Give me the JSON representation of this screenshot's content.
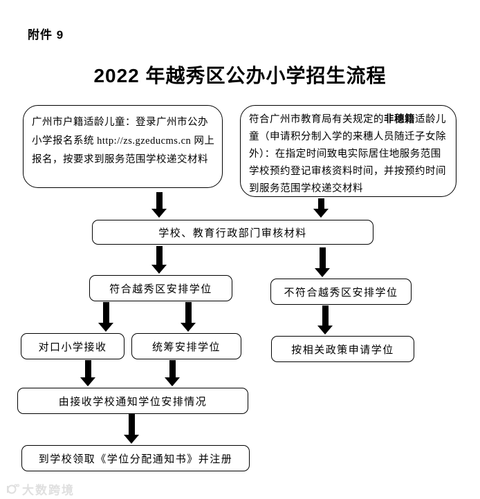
{
  "page": {
    "attachment_label": "附件 9",
    "title": "2022 年越秀区公办小学招生流程"
  },
  "flowchart": {
    "nodes": {
      "guangzhou_hukou": {
        "text": "广州市户籍适龄儿童：登录广州市公办小学报名系统 http://zs.gzeducms.cn 网上报名，按要求到服务范围学校递交材料"
      },
      "non_sui_ji": {
        "text_before": "符合广州市教育局有关规定的",
        "text_bold": "非穗籍",
        "text_after": "适龄儿童（申请积分制入学的来穗人员随迁子女除外）：在指定时间致电实际居住地服务范围学校预约登记审核资料时间，并按预约时间到服务范围学校递交材料"
      },
      "review": {
        "text": "学校、教育行政部门审核材料"
      },
      "eligible": {
        "text": "符合越秀区安排学位"
      },
      "not_eligible": {
        "text": "不符合越秀区安排学位"
      },
      "designated_school": {
        "text": "对口小学接收"
      },
      "coordinated": {
        "text": "统筹安排学位"
      },
      "policy": {
        "text": "按相关政策申请学位"
      },
      "notify": {
        "text": "由接收学校通知学位安排情况"
      },
      "register": {
        "text": "到学校领取《学位分配通知书》并注册"
      }
    }
  },
  "watermark": {
    "text": "大数跨境"
  },
  "colors": {
    "line": "#000000",
    "background": "#ffffff",
    "watermark": "#dfdfdf"
  }
}
